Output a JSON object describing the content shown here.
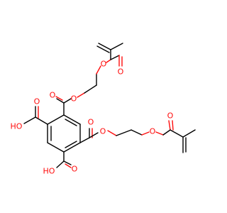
{
  "colors": {
    "carbon_bond": "#000000",
    "oxygen": "#ff0d0d",
    "background": "#ffffff"
  },
  "atom_labels": {
    "o_top_carbonyl": "O",
    "o_ester_top": "O",
    "o_methacrylate_top": "O",
    "o_methacrylate_top_carbonyl": "O",
    "o_ester_right": "O",
    "o_ester_right_carbonyl": "O",
    "o_methacrylate_right": "O",
    "o_methacrylate_right_carbonyl": "O",
    "o_acid_top_carbonyl": "O",
    "o_acid_top_hydroxyl": "HO",
    "o_acid_bottom_carbonyl": "O",
    "o_acid_bottom_hydroxyl": "HO"
  }
}
